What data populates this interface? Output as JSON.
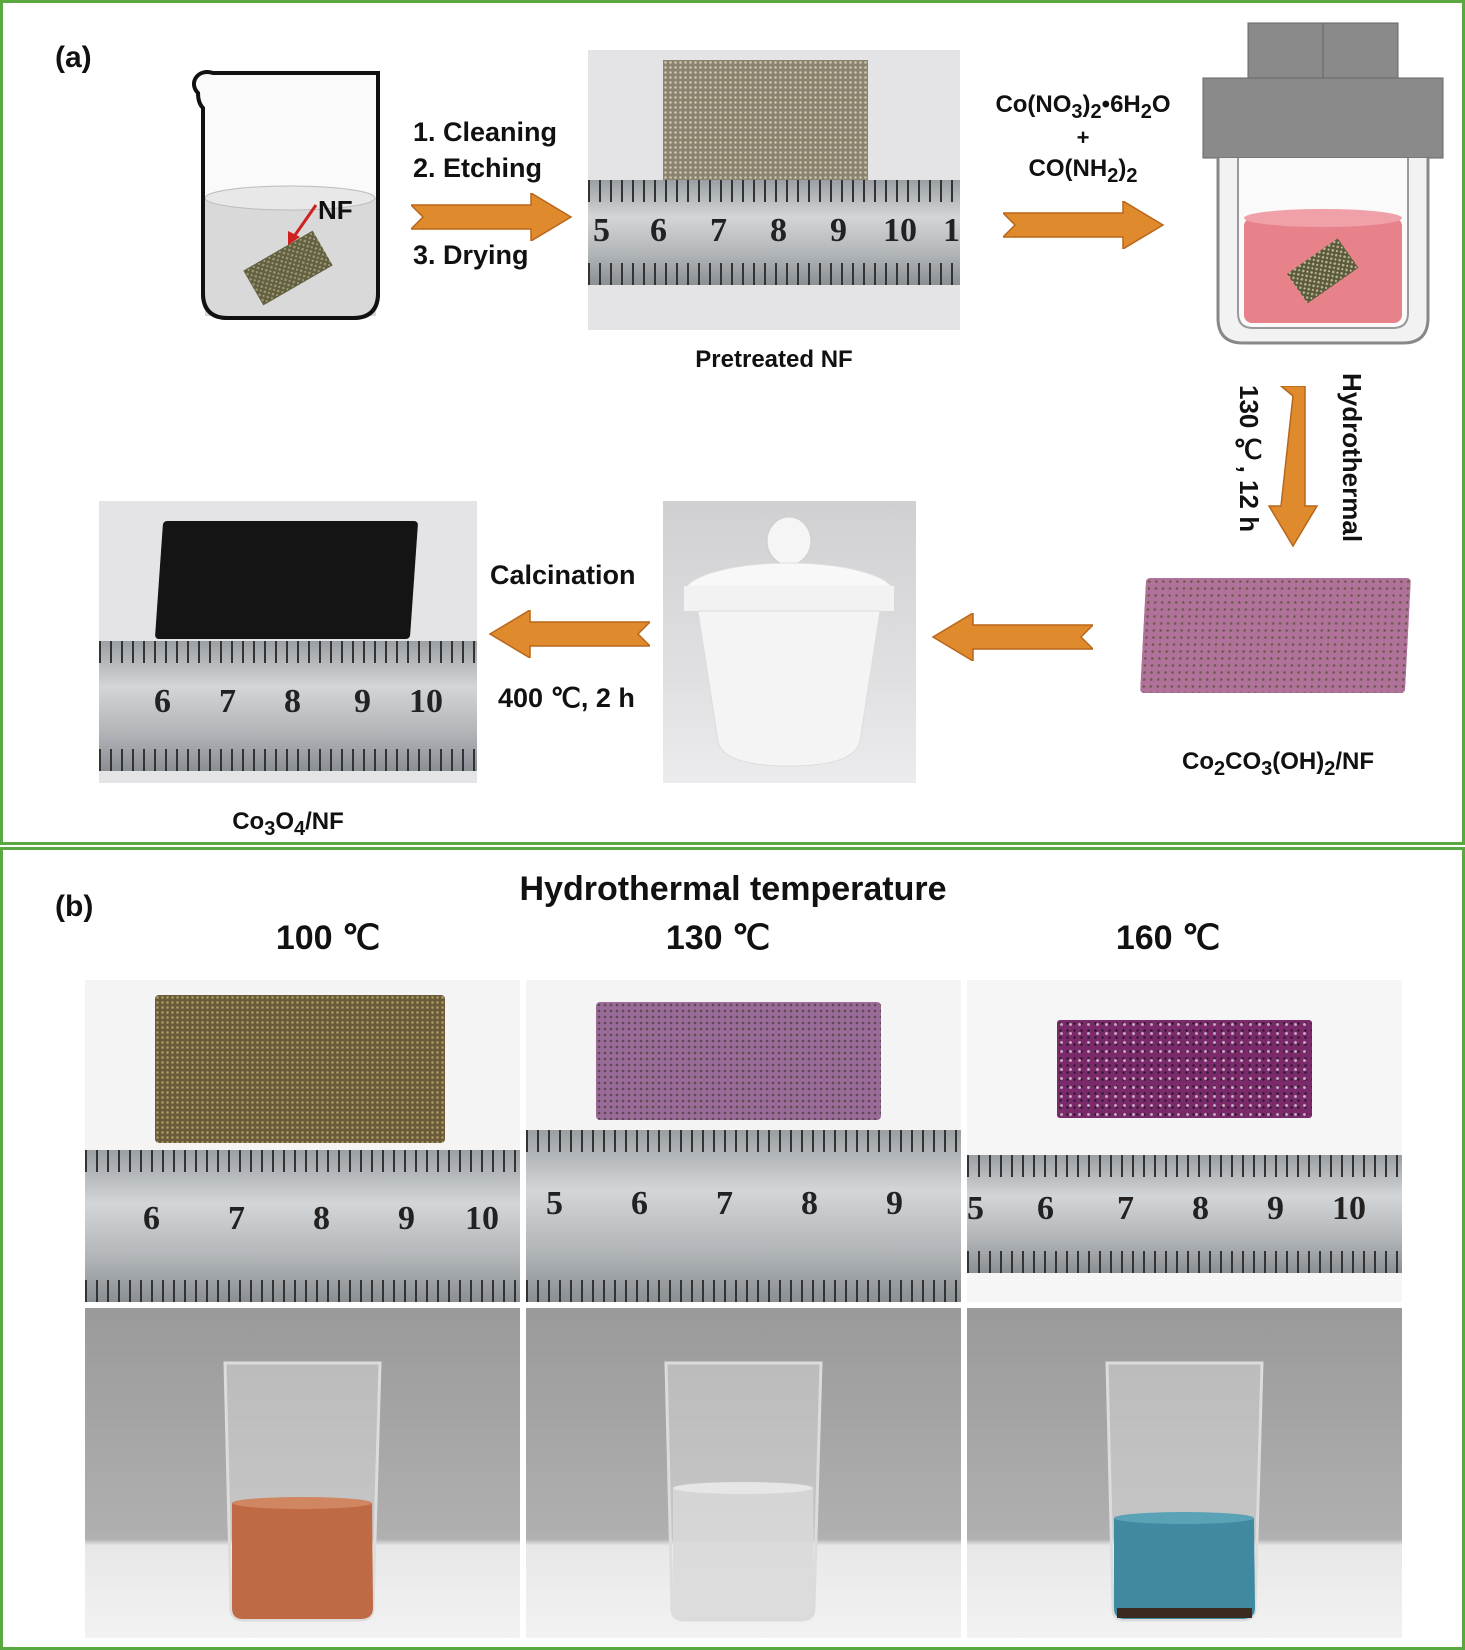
{
  "panel_a": {
    "label": "(a)",
    "beaker_label": "NF",
    "steps": [
      "1. Cleaning",
      "2. Etching",
      "3. Drying"
    ],
    "pretreated_caption": "Pretreated NF",
    "reagents": {
      "line1": "Co(NO3)2•6H2O",
      "plus": "+",
      "line2": "CO(NH2)2"
    },
    "hydrothermal_label": "Hydrothermal",
    "hydrothermal_cond": "130 ℃, 12 h",
    "intermediate_caption": "Co2CO3(OH)2/NF",
    "calcination_label": "Calcination",
    "calcination_cond": "400 ℃, 2 h",
    "final_caption": "Co3O4/NF",
    "ruler_pretreated": [
      "5",
      "6",
      "7",
      "8",
      "9",
      "10",
      "1"
    ],
    "ruler_final": [
      "6",
      "7",
      "8",
      "9",
      "10"
    ],
    "colors": {
      "arrow": "#e08a2e",
      "border": "#5aa840",
      "solution": "#e8828a",
      "intermediate": "#b0729a",
      "final": "#141414"
    }
  },
  "panel_b": {
    "label": "(b)",
    "title": "Hydrothermal temperature",
    "columns": [
      {
        "temp": "100 ℃",
        "ruler": [
          "6",
          "7",
          "8",
          "9",
          "10"
        ],
        "foam_color": "#6b5a3a",
        "solution_color": "#c06a45"
      },
      {
        "temp": "130 ℃",
        "ruler": [
          "5",
          "6",
          "7",
          "8",
          "9"
        ],
        "foam_color": "#9a6a98",
        "solution_color": "#d8d8d8"
      },
      {
        "temp": "160 ℃",
        "ruler": [
          "5",
          "6",
          "7",
          "8",
          "9",
          "10"
        ],
        "foam_color": "#7a2a6a",
        "solution_color": "#3f8aa0"
      }
    ]
  }
}
